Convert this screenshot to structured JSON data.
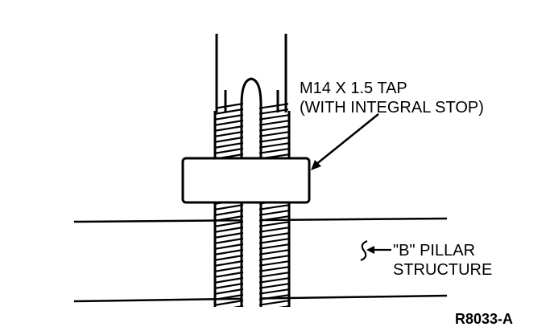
{
  "diagram": {
    "callouts": {
      "tap_line1": "M14 X 1.5 TAP",
      "tap_line2": "(WITH INTEGRAL STOP)",
      "pillar_line1": "\"B\" PILLAR",
      "pillar_line2": "STRUCTURE"
    },
    "figure_code": "R8033-A",
    "colors": {
      "ink": "#000000",
      "paper": "#ffffff"
    }
  }
}
